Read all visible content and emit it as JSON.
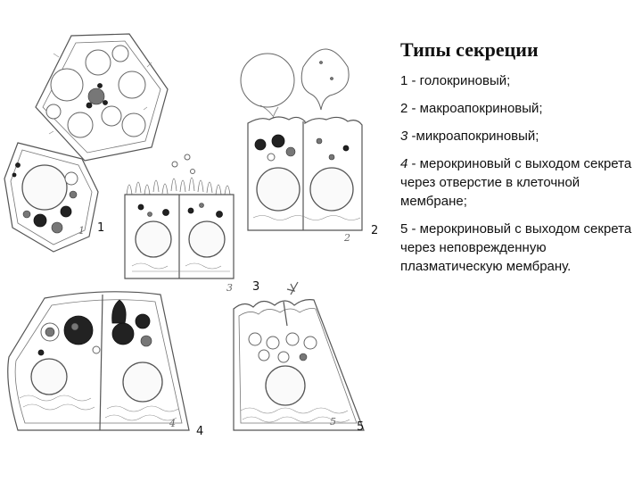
{
  "title": "Типы секреции",
  "items": [
    {
      "num": "1",
      "text": " - голокриновый;"
    },
    {
      "num": "2",
      "text": " - макроапокриновый;"
    },
    {
      "num": "3",
      "text": " -микроапокриновый;"
    },
    {
      "num": "4",
      "text": " - мерокриновый с выходом секрета через отверстие в клеточной мембране;"
    },
    {
      "num": "5",
      "text": " - мерокриновый с выходом секрета через неповрежденную плазматическую мембрану."
    }
  ],
  "figure_labels": {
    "l1": "1",
    "l2": "2",
    "l3": "3",
    "l4": "4",
    "l5": "5"
  }
}
